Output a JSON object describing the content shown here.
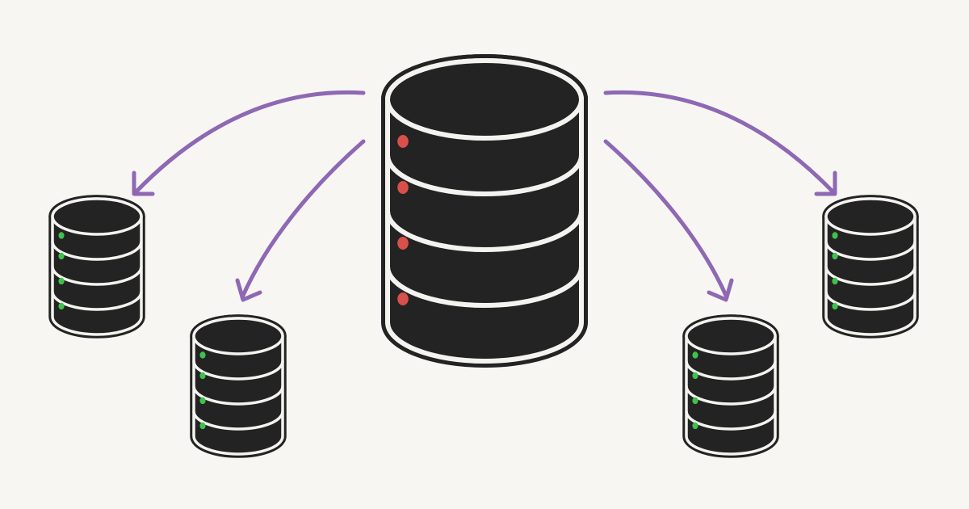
{
  "colors": {
    "background": "#f7f6f3",
    "database_fill": "#232323",
    "database_stroke": "#f4f3ef",
    "database_outline": "#232323",
    "primary_led": "#d94f4a",
    "replica_led": "#3fc24b",
    "arrow": "#8f68b4"
  },
  "diagram": {
    "kind": "database replication fan-out",
    "primary": {
      "icon": "database-icon",
      "tiers": 4,
      "led_status": "red"
    },
    "replicas": [
      {
        "id": "replica-far-left",
        "icon": "database-icon",
        "tiers": 4,
        "led_status": "green"
      },
      {
        "id": "replica-inner-left",
        "icon": "database-icon",
        "tiers": 4,
        "led_status": "green"
      },
      {
        "id": "replica-inner-right",
        "icon": "database-icon",
        "tiers": 4,
        "led_status": "green"
      },
      {
        "id": "replica-far-right",
        "icon": "database-icon",
        "tiers": 4,
        "led_status": "green"
      }
    ],
    "arrows": [
      {
        "from": "primary",
        "to": "replica-far-left"
      },
      {
        "from": "primary",
        "to": "replica-inner-left"
      },
      {
        "from": "primary",
        "to": "replica-inner-right"
      },
      {
        "from": "primary",
        "to": "replica-far-right"
      }
    ]
  }
}
